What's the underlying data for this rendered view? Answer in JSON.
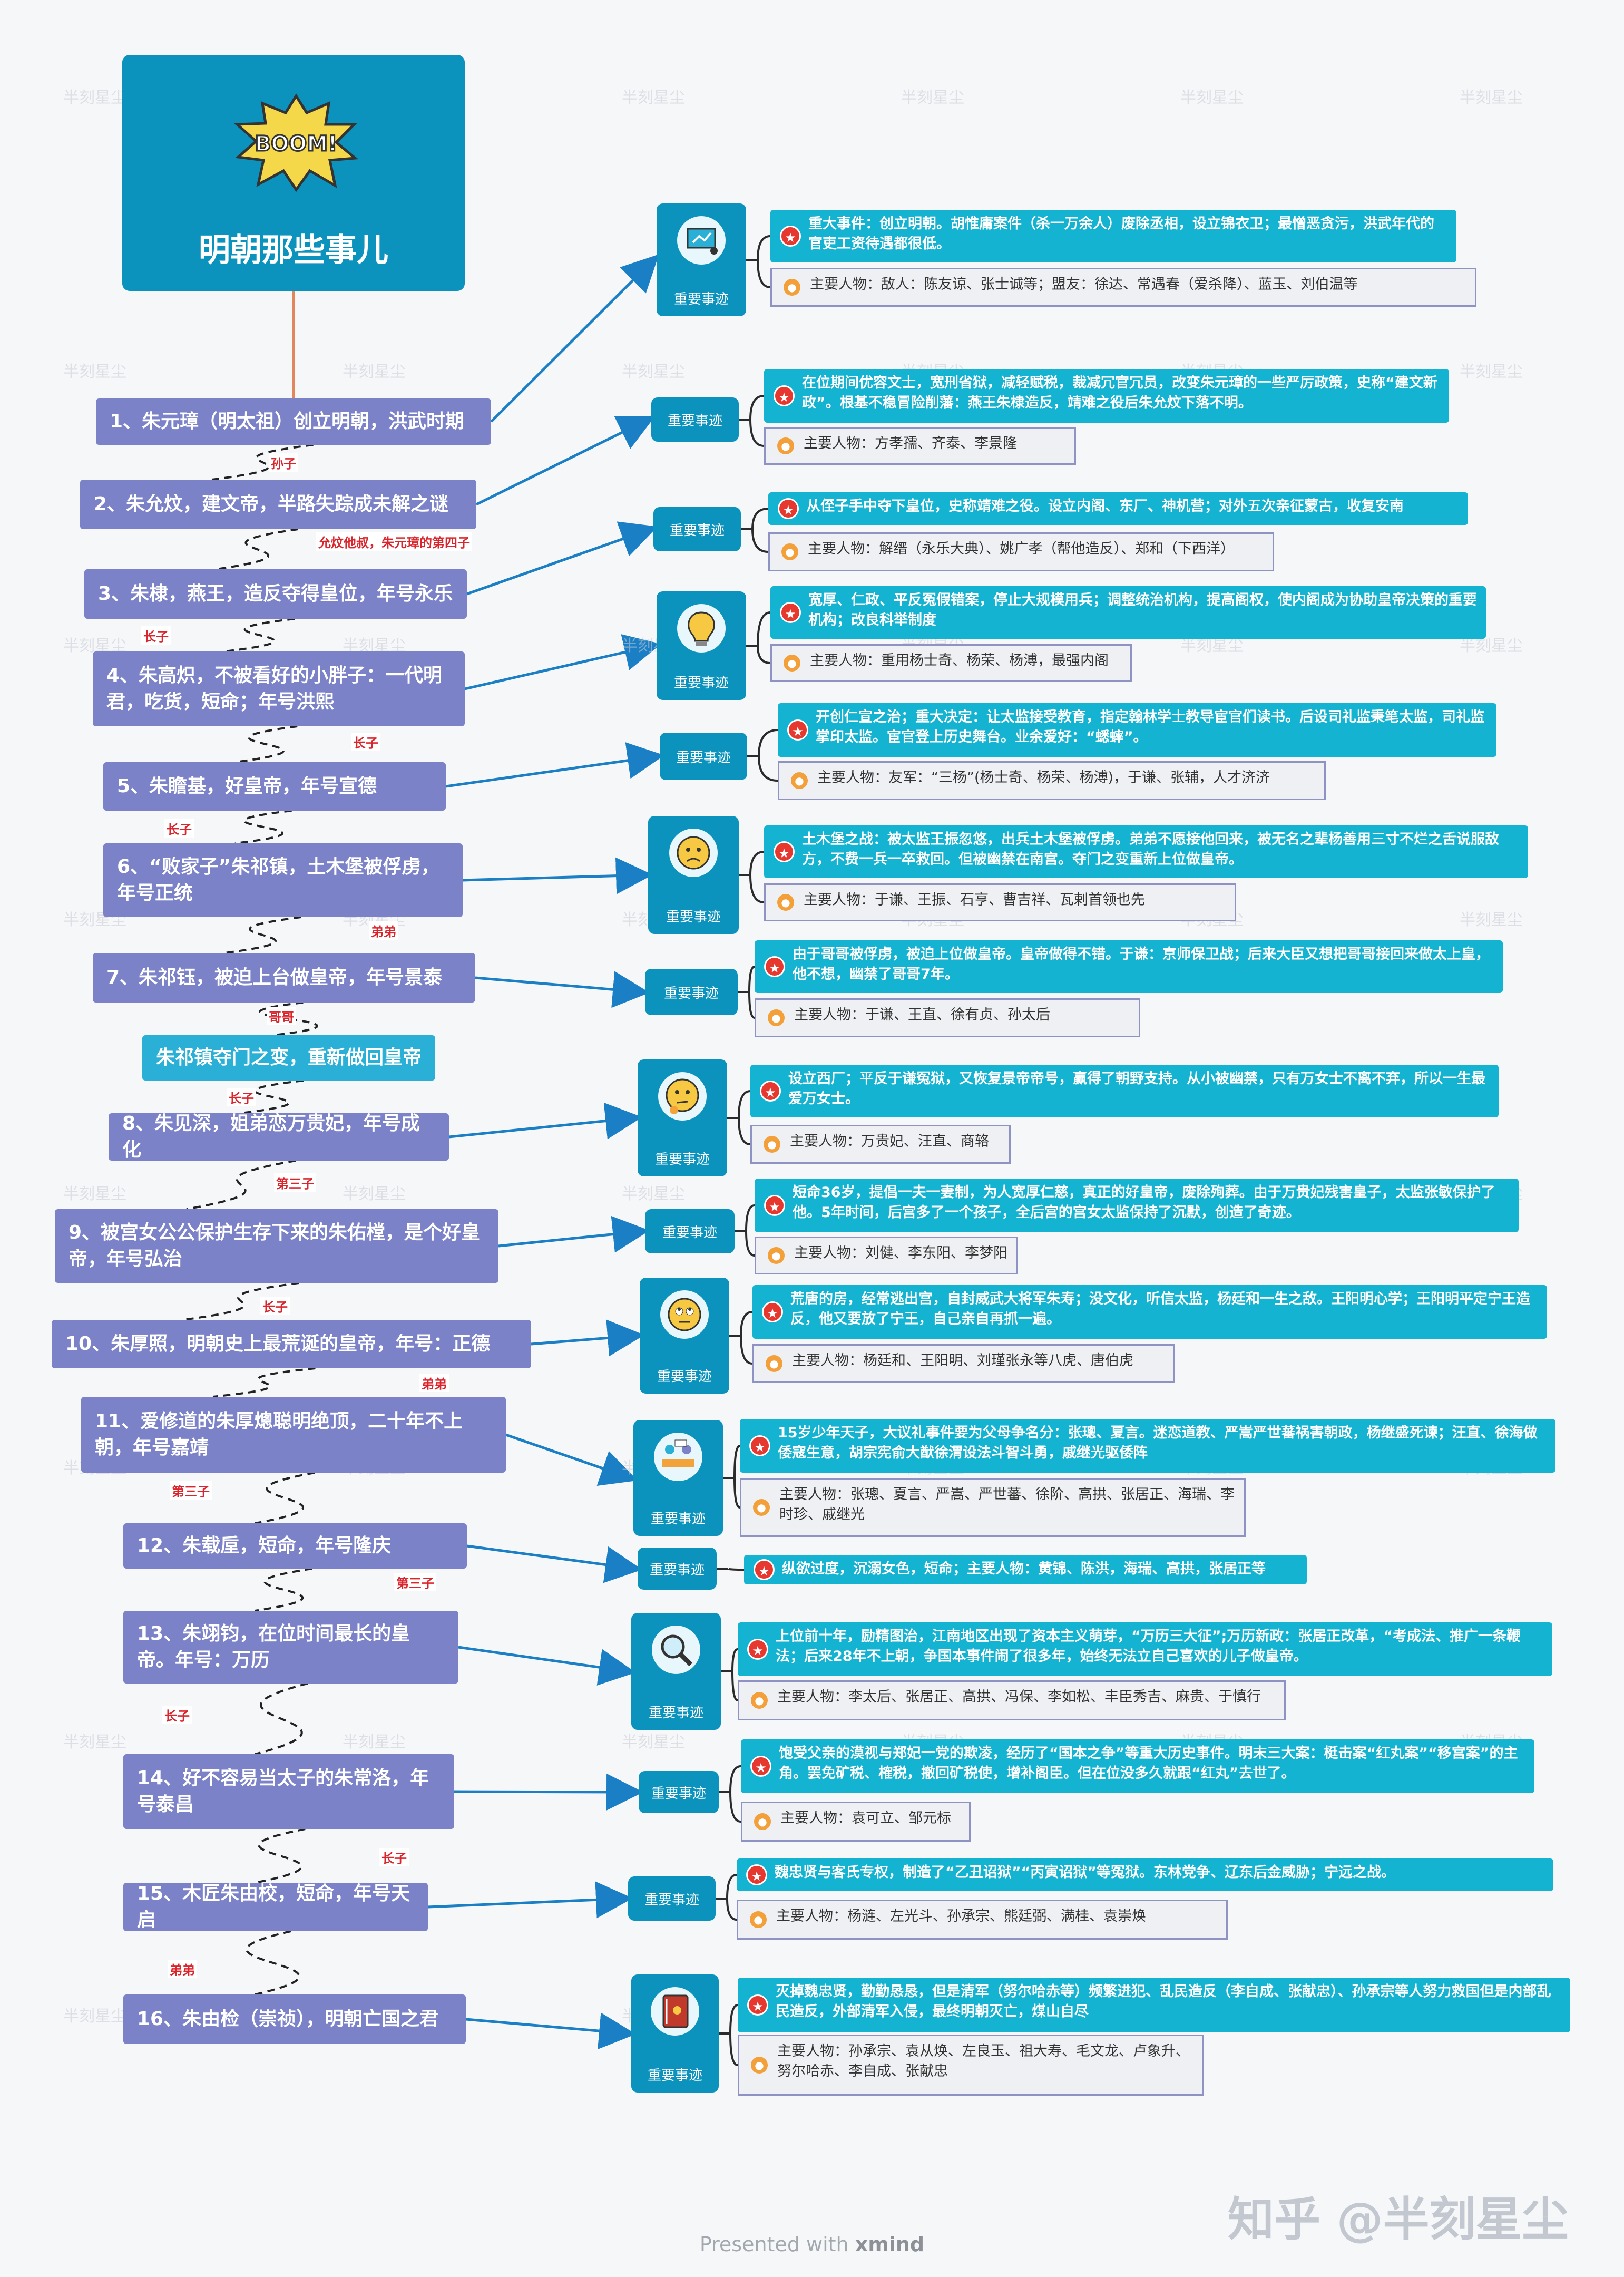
{
  "title": "明朝那些事儿",
  "boom_text": "BOOM!",
  "hub_label": "重要事迹",
  "footer": {
    "prefix": "Presented with",
    "brand": "xmind"
  },
  "watermark": {
    "zhihu": "知乎 @半刻星尘",
    "tile": "半刻星尘"
  },
  "emperors": [
    "1、朱元璋（明太祖）创立明朝，洪武时期",
    "2、朱允炆，建文帝，半路失踪成未解之谜",
    "3、朱棣，燕王，造反夺得皇位，年号永乐",
    "4、朱高炽，不被看好的小胖子：一代明君，吃货，短命；年号洪熙",
    "5、朱瞻基，好皇帝，年号宣德",
    "6、“败家子”朱祁镇，土木堡被俘虏，年号正统",
    "7、朱祁钰，被迫上台做皇帝，年号景泰",
    "朱祁镇夺门之变，重新做回皇帝",
    "8、朱见深，姐弟恋万贵妃，年号成化",
    "9、被宫女公公保护生存下来的朱佑樘，是个好皇帝，年号弘治",
    "10、朱厚照，明朝史上最荒诞的皇帝，年号：正德",
    "11、爱修道的朱厚熜聪明绝顶，二十年不上朝，年号嘉靖",
    "12、朱载垕，短命，年号隆庆",
    "13、朱翊钧，在位时间最长的皇帝。年号：万历",
    "14、好不容易当太子的朱常洛，年号泰昌",
    "15、木匠朱由校，短命，年号天启",
    "16、朱由检（崇祯），明朝亡国之君"
  ],
  "relations": [
    "孙子",
    "允炆他叔，朱元璋的第四子",
    "长子",
    "长子",
    "长子",
    "弟弟",
    "哥哥",
    "长子",
    "第三子",
    "长子",
    "弟弟",
    "第三子",
    "第三子",
    "长子",
    "长子",
    "弟弟"
  ],
  "events": [
    {
      "event": "重大事件：创立明朝。胡惟庸案件（杀一万余人）废除丞相，设立锦衣卫；最憎恶贪污，洪武年代的官吏工资待遇都很低。",
      "people": "主要人物：敌人：陈友谅、张士诚等；盟友：徐达、常遇春（爱杀降）、蓝玉、刘伯温等",
      "icon": "presentation-icon"
    },
    {
      "event": "在位期间优容文士，宽刑省狱，减轻赋税，裁减冗官冗员，改变朱元璋的一些严厉政策，史称“建文新政”。根基不稳冒险削藩：燕王朱棣造反，靖难之役后朱允炆下落不明。",
      "people": "主要人物：方孝孺、齐泰、李景隆",
      "icon": ""
    },
    {
      "event": "从侄子手中夺下皇位，史称靖难之役。设立内阁、东厂、神机营；对外五次亲征蒙古，收复安南",
      "people": "主要人物：解缙（永乐大典）、姚广孝（帮他造反）、郑和（下西洋）",
      "icon": ""
    },
    {
      "event": "宽厚、仁政、平反冤假错案，停止大规模用兵；调整统治机构，提高阁权，使内阁成为协助皇帝决策的重要机构；改良科举制度",
      "people": "主要人物：重用杨士奇、杨荣、杨溥，最强内阁",
      "icon": "lightbulb-icon"
    },
    {
      "event": "开创仁宣之治；重大决定：让太监接受教育，指定翰林学士教导宦官们读书。后设司礼监秉笔太监，司礼监掌印太监。宦官登上历史舞台。业余爱好：“蟋蟀”。",
      "people": "主要人物：友军：“三杨”(杨士奇、杨荣、杨溥)，于谦、张辅，人才济济",
      "icon": ""
    },
    {
      "event": "土木堡之战：被太监王振忽悠，出兵土木堡被俘虏。弟弟不愿接他回来，被无名之辈杨善用三寸不烂之舌说服敌方，不费一兵一卒救回。但被幽禁在南宫。夺门之变重新上位做皇帝。",
      "people": "主要人物：于谦、王振、石亨、曹吉祥、瓦剌首领也先",
      "icon": "worried-face-icon"
    },
    {
      "event": "由于哥哥被俘虏，被迫上位做皇帝。皇帝做得不错。于谦：京师保卫战；后来大臣又想把哥哥接回来做太上皇，他不想，幽禁了哥哥7年。",
      "people": "主要人物：于谦、王直、徐有贞、孙太后",
      "icon": ""
    },
    {
      "event": "设立西厂；平反于谦冤狱，又恢复景帝帝号，赢得了朝野支持。从小被幽禁，只有万女士不离不弃，所以一生最爱万女士。",
      "people": "主要人物：万贵妃、汪直、商辂",
      "icon": "thinking-face-icon"
    },
    {
      "event": "短命36岁，提倡一夫一妻制，为人宽厚仁慈，真正的好皇帝，废除殉葬。由于万贵妃残害皇子，太监张敏保护了他。5年时间，后宫多了一个孩子，全后宫的宫女太监保持了沉默，创造了奇迹。",
      "people": "主要人物：刘健、李东阳、李梦阳",
      "icon": ""
    },
    {
      "event": "荒唐的房，经常逃出宫，自封威武大将军朱寿；没文化，听信太监，杨廷和一生之敌。王阳明心学；王阳明平定宁王造反，他又要放了宁王，自己亲自再抓一遍。",
      "people": "主要人物：杨廷和、王阳明、刘瑾张永等八虎、唐伯虎",
      "icon": "rolling-eyes-face-icon"
    },
    {
      "event": "15岁少年天子，大议礼事件要为父母争名分：张璁、夏言。迷恋道教、严嵩严世蕃祸害朝政，杨继盛死谏；汪直、徐海做倭寇生意，胡宗宪俞大猷徐渭设法斗智斗勇，戚继光驱倭阵",
      "people": "主要人物：张璁、夏言、严嵩、严世蕃、徐阶、高拱、张居正、海瑞、李时珍、戚继光",
      "icon": "meeting-icon"
    },
    {
      "event": "纵欲过度，沉溺女色，短命；主要人物：黄锦、陈洪，海瑞、高拱，张居正等",
      "people": "",
      "icon": ""
    },
    {
      "event": "上位前十年，励精图治，江南地区出现了资本主义萌芽，“万历三大征”;万历新政：张居正改革，“考成法、推广一条鞭法；后来28年不上朝，争国本事件闹了很多年，始终无法立自己喜欢的儿子做皇帝。",
      "people": "主要人物：李太后、张居正、高拱、冯保、李如松、丰臣秀吉、麻贵、于慎行",
      "icon": "magnifier-icon"
    },
    {
      "event": "饱受父亲的漠视与郑妃一党的欺凌，经历了“国本之争”等重大历史事件。明末三大案：梃击案“红丸案”“移宫案”的主角。罢免矿税、榷税，撤回矿税使，增补阁臣。但在位没多久就跟“红丸”去世了。",
      "people": "主要人物：袁可立、邹元标",
      "icon": ""
    },
    {
      "event": "魏忠贤与客氏专权，制造了“乙丑诏狱”“丙寅诏狱”等冤狱。东林党争、辽东后金威胁；宁远之战。",
      "people": "主要人物：杨涟、左光斗、孙承宗、熊廷弼、满桂、袁崇焕",
      "icon": ""
    },
    {
      "event": "灭掉魏忠贤，勤勤恳恳，但是清军（努尔哈赤等）频繁进犯、乱民造反（李自成、张献忠）、孙承宗等人努力救国但是内部乱民造反，外部清军入侵，最终明朝灭亡，煤山自尽",
      "people": "主要人物：孙承宗、袁从焕、左良玉、祖大寿、毛文龙、卢象升、努尔哈赤、李自成、张献忠",
      "icon": "notebook-icon"
    }
  ]
}
